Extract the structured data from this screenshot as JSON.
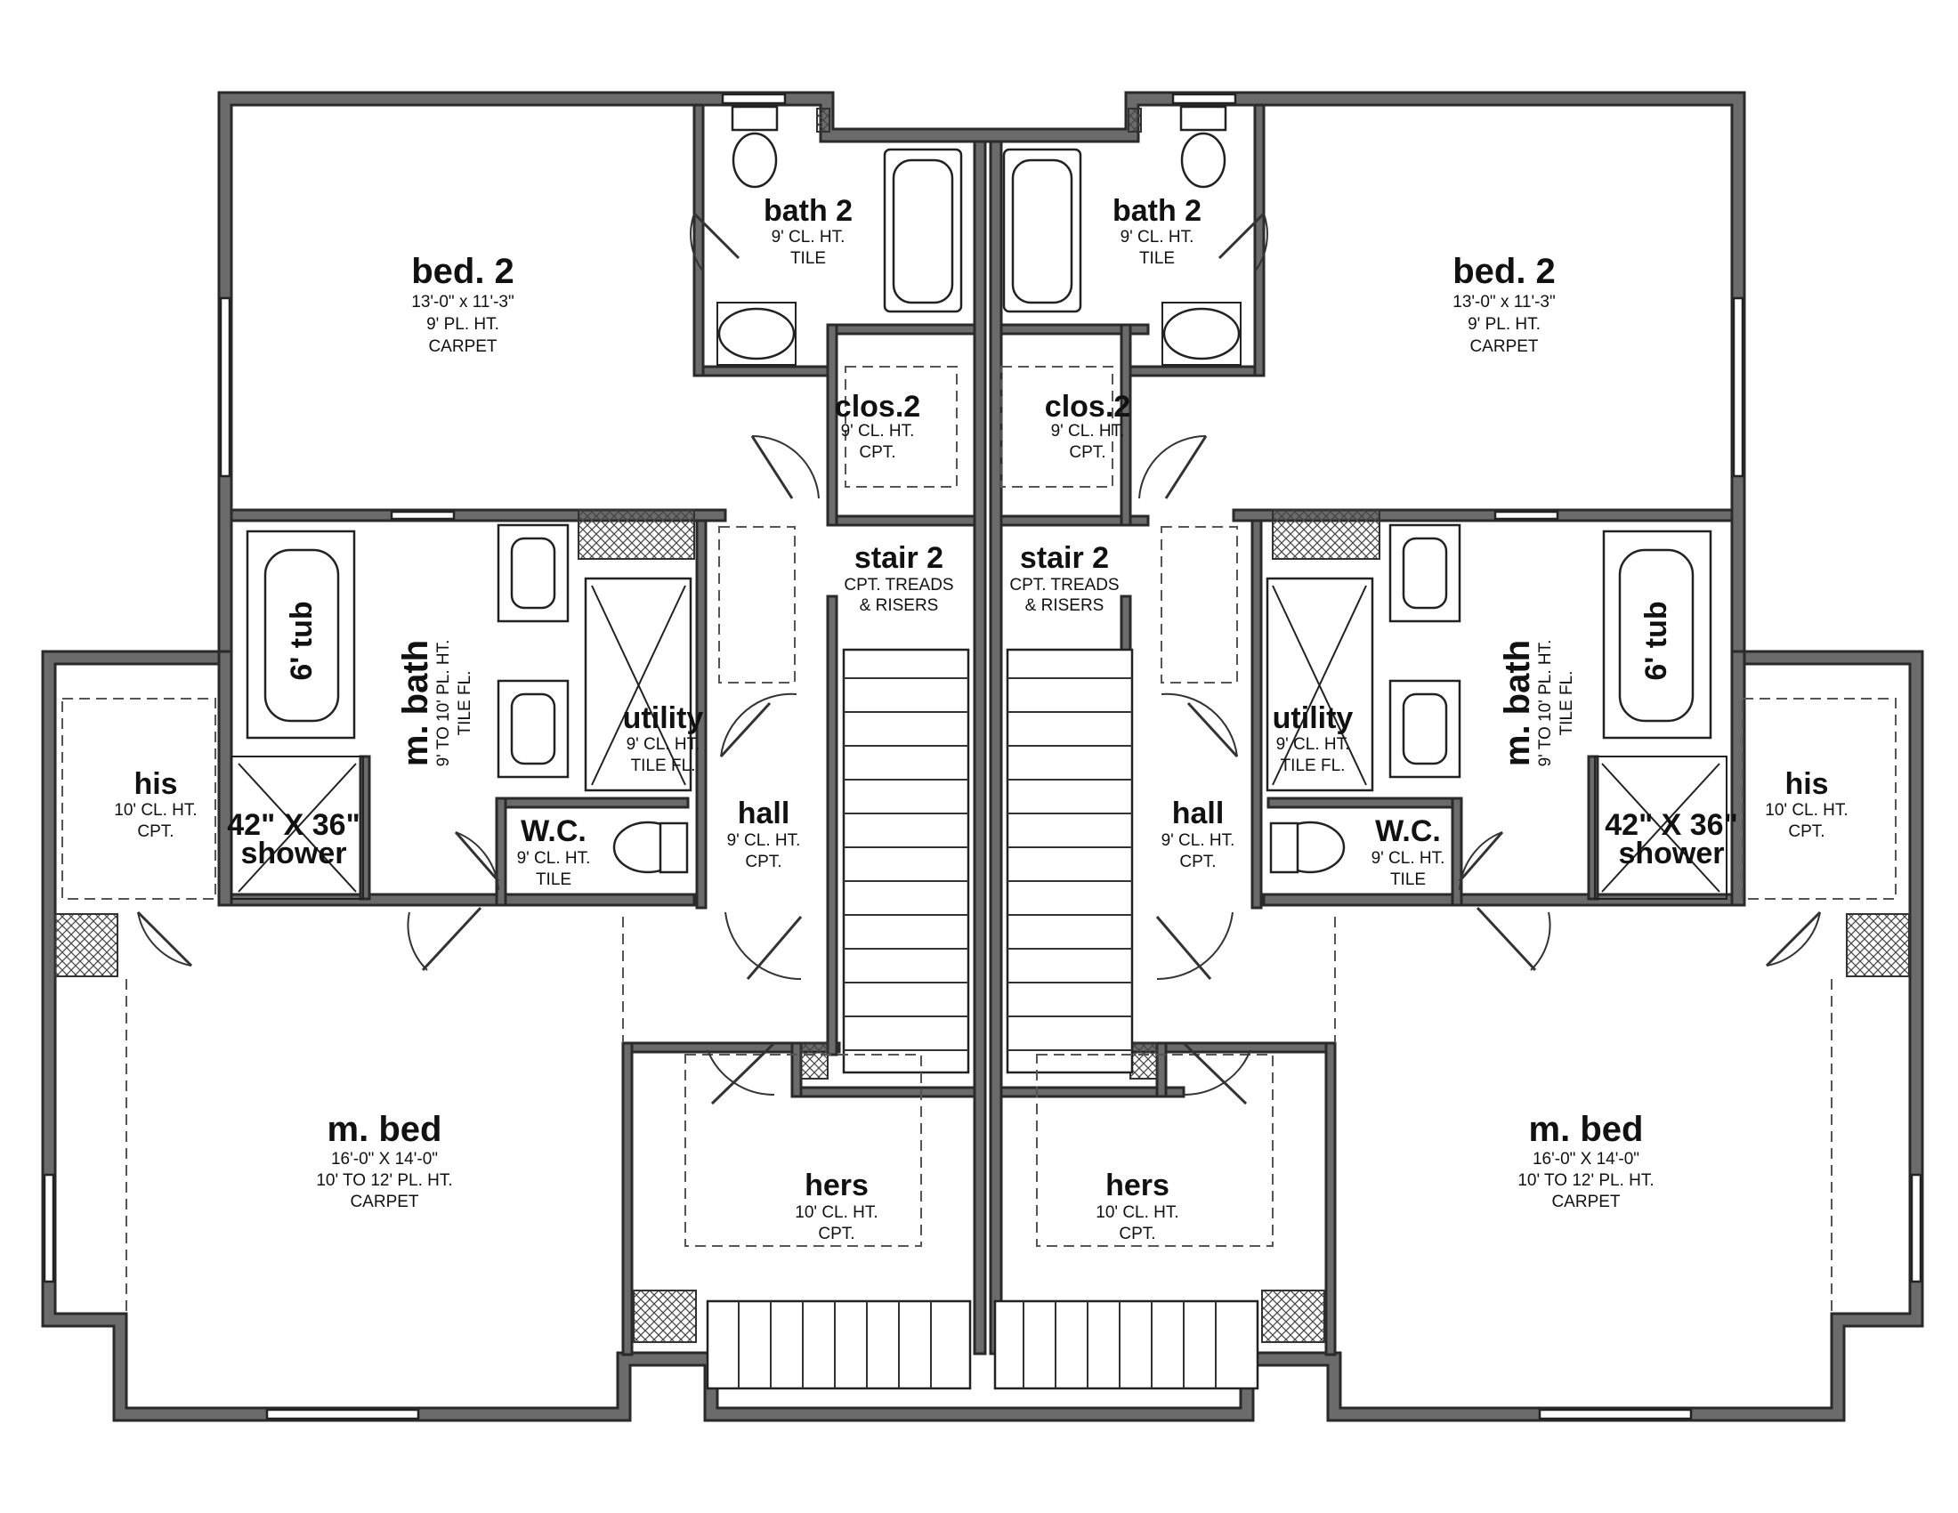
{
  "rooms": {
    "bed2_left": {
      "name": "bed. 2",
      "lines": [
        "13'-0\" x 11'-3\"",
        "9' PL. HT.",
        "CARPET"
      ]
    },
    "bed2_right": {
      "name": "bed. 2",
      "lines": [
        "13'-0\" x 11'-3\"",
        "9' PL. HT.",
        "CARPET"
      ]
    },
    "bath2_left": {
      "name": "bath 2",
      "lines": [
        "9' CL. HT.",
        "TILE"
      ]
    },
    "bath2_right": {
      "name": "bath 2",
      "lines": [
        "9' CL. HT.",
        "TILE"
      ]
    },
    "clos2_left": {
      "name": "clos.2",
      "lines": [
        "9' CL. HT.",
        "CPT."
      ]
    },
    "clos2_right": {
      "name": "clos.2",
      "lines": [
        "9' CL. HT.",
        "CPT."
      ]
    },
    "stair2_left": {
      "name": "stair 2",
      "lines": [
        "CPT. TREADS",
        "& RISERS"
      ]
    },
    "stair2_right": {
      "name": "stair 2",
      "lines": [
        "CPT. TREADS",
        "& RISERS"
      ]
    },
    "mbath_left": {
      "name": "m. bath",
      "lines": [
        "9' TO 10' PL. HT.",
        "TILE FL."
      ]
    },
    "mbath_right": {
      "name": "m. bath",
      "lines": [
        "9' TO 10' PL. HT.",
        "TILE FL."
      ]
    },
    "tub_left": {
      "name": "6' tub"
    },
    "tub_right": {
      "name": "6' tub"
    },
    "utility_left": {
      "name": "utility",
      "lines": [
        "9' CL. HT.",
        "TILE FL."
      ]
    },
    "utility_right": {
      "name": "utility",
      "lines": [
        "9' CL. HT.",
        "TILE FL."
      ]
    },
    "his_left": {
      "name": "his",
      "lines": [
        "10' CL. HT.",
        "CPT."
      ]
    },
    "his_right": {
      "name": "his",
      "lines": [
        "10' CL. HT.",
        "CPT."
      ]
    },
    "shower_left": {
      "name": "42\" X 36\"",
      "sub": "shower"
    },
    "shower_right": {
      "name": "42\" X 36\"",
      "sub": "shower"
    },
    "wc_left": {
      "name": "W.C.",
      "lines": [
        "9' CL. HT.",
        "TILE"
      ]
    },
    "wc_right": {
      "name": "W.C.",
      "lines": [
        "9' CL. HT.",
        "TILE"
      ]
    },
    "hall_left": {
      "name": "hall",
      "lines": [
        "9' CL. HT.",
        "CPT."
      ]
    },
    "hall_right": {
      "name": "hall",
      "lines": [
        "9' CL. HT.",
        "CPT."
      ]
    },
    "mbed_left": {
      "name": "m. bed",
      "lines": [
        "16'-0\" X 14'-0\"",
        "10' TO 12' PL. HT.",
        "CARPET"
      ]
    },
    "mbed_right": {
      "name": "m. bed",
      "lines": [
        "16'-0\" X 14'-0\"",
        "10' TO 12' PL. HT.",
        "CARPET"
      ]
    },
    "hers_left": {
      "name": "hers",
      "lines": [
        "10' CL. HT.",
        "CPT."
      ]
    },
    "hers_right": {
      "name": "hers",
      "lines": [
        "10' CL. HT.",
        "CPT."
      ]
    }
  },
  "colors": {
    "wall": "#6b6b6b",
    "line": "#222222",
    "background": "#ffffff"
  }
}
